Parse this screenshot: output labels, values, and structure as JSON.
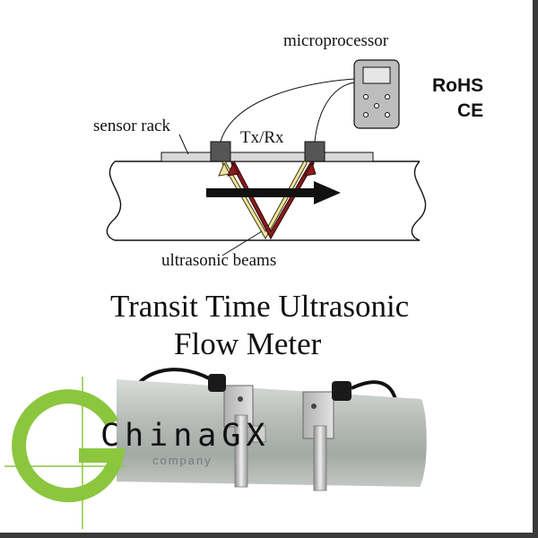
{
  "labels": {
    "microprocessor": "microprocessor",
    "sensor_rack": "sensor rack",
    "txrx": "Tx/Rx",
    "ultrasonic_beams": "ultrasonic beams"
  },
  "certifications": [
    "RoHS",
    "CE"
  ],
  "title": {
    "line1": "Transit Time Ultrasonic",
    "line2": "Flow Meter"
  },
  "logo": {
    "brand": "ChinaGX",
    "tagline": "company"
  },
  "colors": {
    "beam_red": "#8b1a1a",
    "beam_yellow": "#f2e49a",
    "flow_arrow": "#111111",
    "logo_green": "#8cc63f"
  }
}
